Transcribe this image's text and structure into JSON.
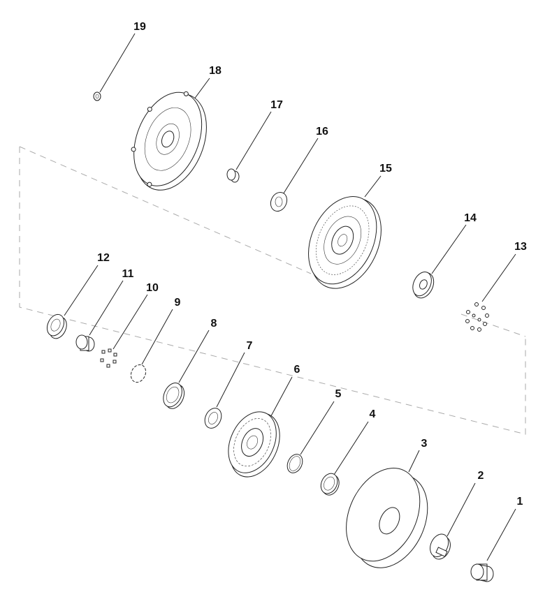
{
  "diagram": {
    "type": "exploded-parts-view",
    "callouts": [
      "1",
      "2",
      "3",
      "4",
      "5",
      "6",
      "7",
      "8",
      "9",
      "10",
      "11",
      "12",
      "13",
      "14",
      "15",
      "16",
      "17",
      "18",
      "19"
    ]
  }
}
